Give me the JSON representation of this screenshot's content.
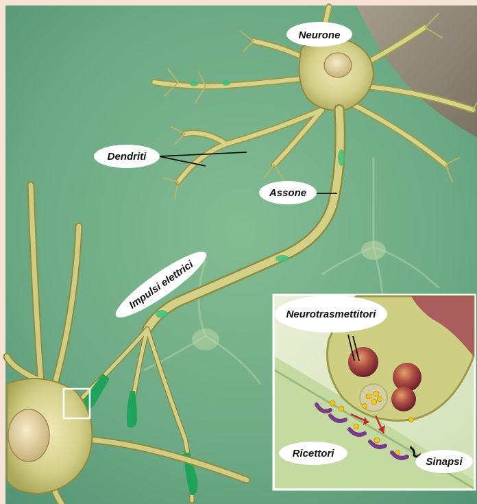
{
  "labels": {
    "neurone": "Neurone",
    "dendriti": "Dendriti",
    "assone": "Assone",
    "impulsi": "Impulsi elettrici",
    "neurotrasmettitori": "Neurotrasmettitori",
    "ricettori": "Ricettori",
    "sinapsi": "Sinapsi"
  },
  "colors": {
    "frame": "#f6e3d6",
    "background": "#6fae86",
    "neuron_fill": "#c9c77a",
    "neuron_stroke": "#8e8b3c",
    "impulse": "#1fa35a",
    "inset_bg": "#e7efd0",
    "vesicle": "#8a2a3a",
    "receptor": "#7a3a8a",
    "transmitter": "#f2c51c"
  }
}
